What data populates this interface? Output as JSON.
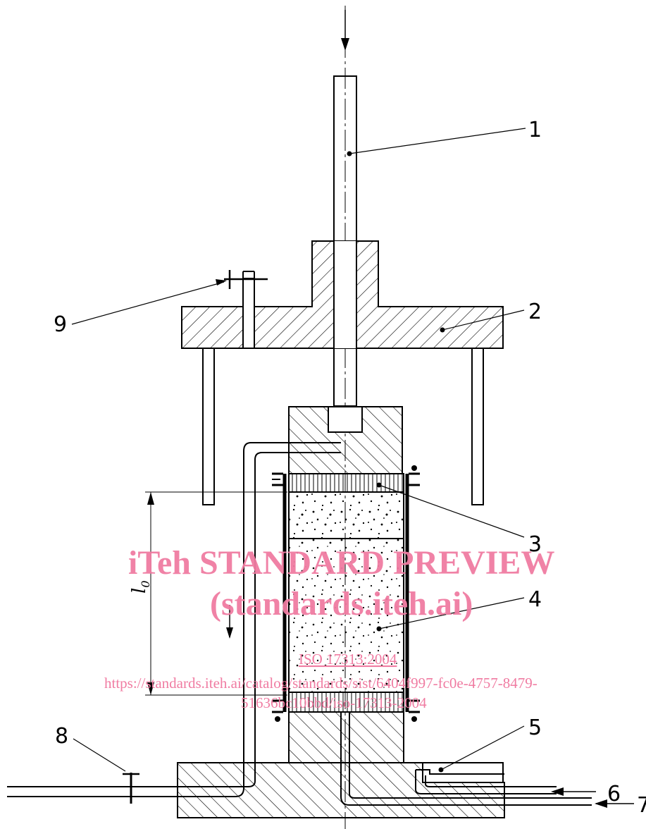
{
  "callouts": [
    {
      "id": "1",
      "label": "1"
    },
    {
      "id": "2",
      "label": "2"
    },
    {
      "id": "3",
      "label": "3"
    },
    {
      "id": "4",
      "label": "4"
    },
    {
      "id": "5",
      "label": "5"
    },
    {
      "id": "6",
      "label": "6"
    },
    {
      "id": "7",
      "label": "7"
    },
    {
      "id": "8",
      "label": "8"
    },
    {
      "id": "9",
      "label": "9"
    }
  ],
  "dimension": {
    "label": "l",
    "subscript": "0"
  },
  "watermark": {
    "title": "iTeh STANDARD PREVIEW",
    "subtitle": "(standards.iteh.ai)",
    "doc_id": "ISO 17313:2004",
    "url_line1": "https://standards.iteh.ai/catalog/standards/sist/6404f997-fc0e-4757-8479-",
    "url_line2": "51636bc10bbd/iso-17313-2004"
  },
  "colors": {
    "line": "#000000",
    "watermark": "#f07ca2"
  }
}
